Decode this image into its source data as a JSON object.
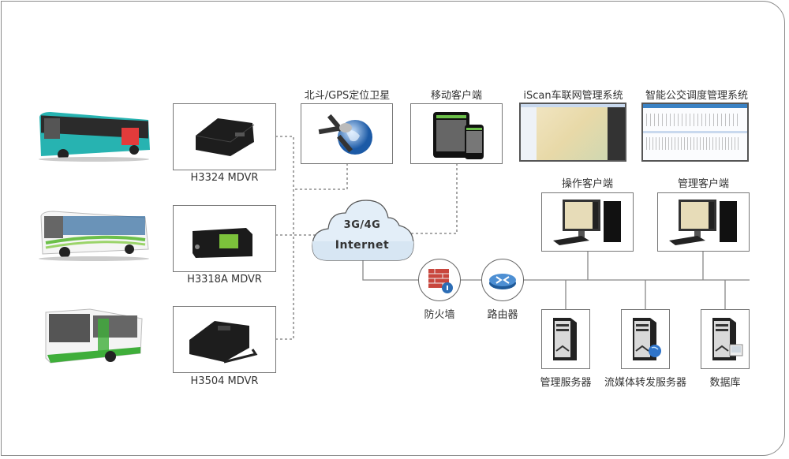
{
  "diagram": {
    "vehicles": [
      {
        "name": "city-bus-teal",
        "color": "#2ab7b5"
      },
      {
        "name": "city-bus-white-green",
        "color": "#6cc04a"
      },
      {
        "name": "city-bus-green",
        "color": "#3fae3a"
      }
    ],
    "devices": [
      {
        "label": "H3324 MDVR"
      },
      {
        "label": "H3318A MDVR"
      },
      {
        "label": "H3504 MDVR"
      }
    ],
    "top_services": [
      {
        "label": "北斗/GPS定位卫星"
      },
      {
        "label": "移动客户端"
      },
      {
        "label": "iScan车联网管理系统"
      },
      {
        "label": "智能公交调度管理系统"
      }
    ],
    "cloud": {
      "line1": "3G/4G",
      "line2": "Internet",
      "color": "#dde9f5"
    },
    "network_nodes": [
      {
        "label": "防火墙"
      },
      {
        "label": "路由器"
      }
    ],
    "clients": [
      {
        "label": "操作客户端"
      },
      {
        "label": "管理客户端"
      }
    ],
    "servers": [
      {
        "label": "管理服务器"
      },
      {
        "label": "流媒体转发服务器"
      },
      {
        "label": "数据库"
      }
    ]
  }
}
